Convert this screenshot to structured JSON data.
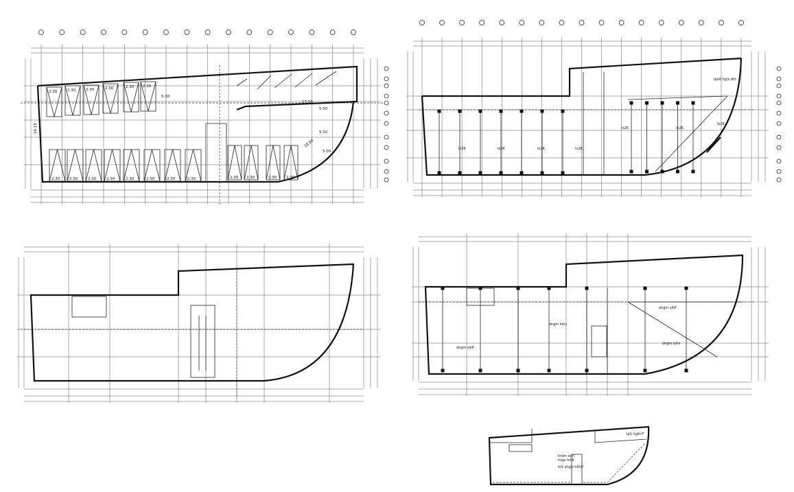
{
  "drawing": {
    "parking_dims": [
      "2.30",
      "2.30",
      "2.30",
      "2.30",
      "2.30",
      "2.30",
      "2.30",
      "2.30",
      "2.30",
      "2.30",
      "2.30",
      "2.30",
      "2.30",
      "2.30",
      "2.30",
      "2.30",
      "2.30",
      "2.30",
      "2.30"
    ],
    "ramp_dims": [
      "5.30",
      "17.50",
      "5.50",
      "5.50",
      "18.00",
      "5.00",
      "16.18"
    ],
    "room_labels_top_right": [
      "Ipo0 hg/s.dm",
      "lo2K",
      "lo2K",
      "lo2K",
      "lo2K",
      "lo2K",
      "lo2K",
      "lo2K"
    ],
    "room_labels_mid_right": [
      "ohgm sjhP",
      "ohgm lohs",
      "ohgm sjhP",
      "ohgm lohs"
    ],
    "room_labels_small": [
      "IpS hglhrT",
      "hrdm lohT",
      "hsgs lohK",
      "hiS ohgsl hKhP"
    ],
    "line_color": "#111111",
    "background": "#ffffff"
  }
}
